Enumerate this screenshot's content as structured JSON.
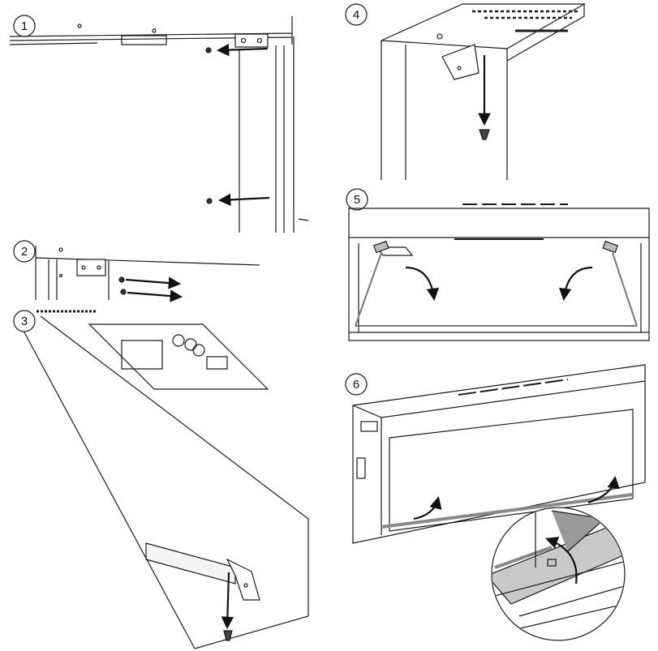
{
  "steps": [
    {
      "number": "1"
    },
    {
      "number": "2"
    },
    {
      "number": "3"
    },
    {
      "number": "4"
    },
    {
      "number": "5"
    },
    {
      "number": "6"
    }
  ],
  "colors": {
    "line": "#1a1a1a",
    "arrow": "#111111",
    "shade": "#bdbdbd",
    "background": "#ffffff"
  },
  "icons": [
    "screw-icon",
    "arrow-icon",
    "bracket-icon",
    "curved-arrow-icon",
    "zoom-circle-icon"
  ]
}
